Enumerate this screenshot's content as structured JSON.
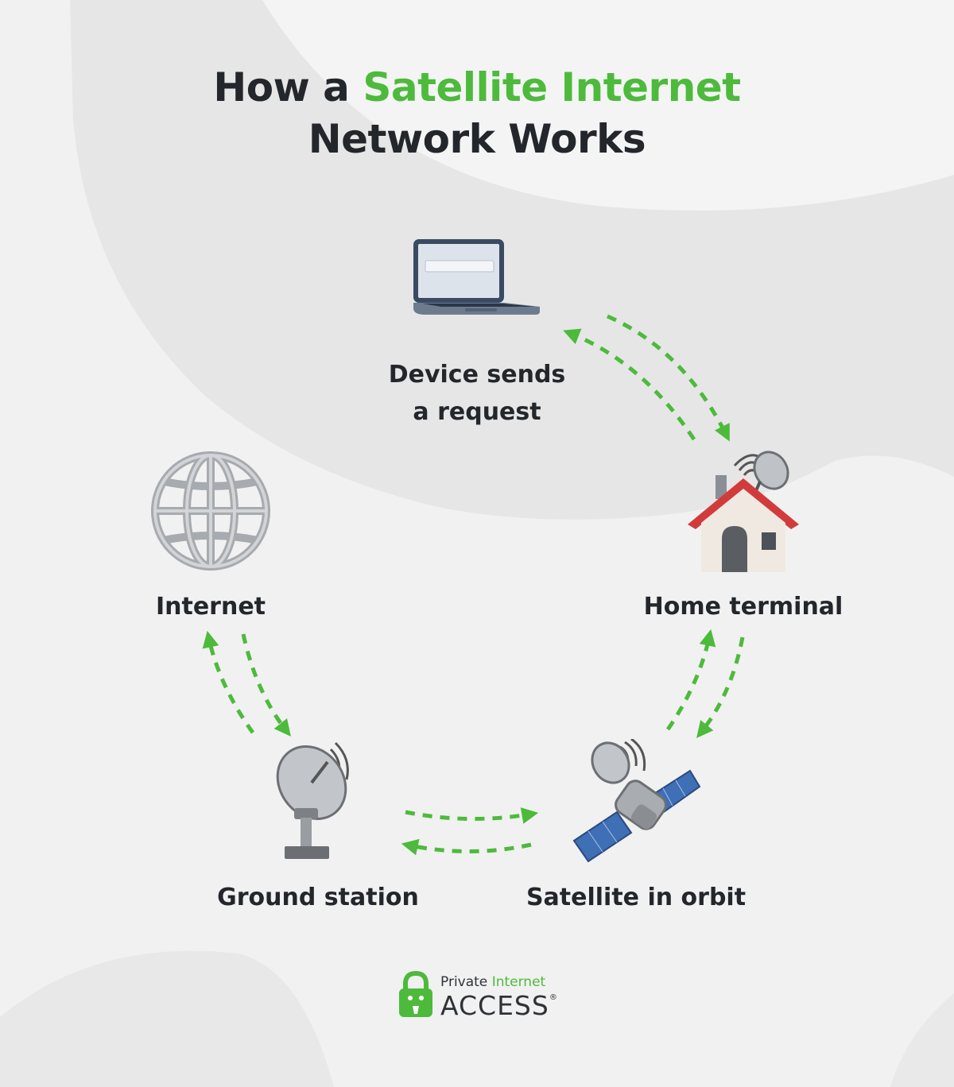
{
  "title": {
    "prefix": "How a",
    "accent": "Satellite Internet",
    "line2": "Network Works"
  },
  "nodes": {
    "device": {
      "line1": "Device sends",
      "line2": "a request",
      "icon": "laptop-icon"
    },
    "home": {
      "label": "Home terminal",
      "icon": "house-with-satellite-dish-icon"
    },
    "internet": {
      "label": "Internet",
      "icon": "globe-icon"
    },
    "ground": {
      "label": "Ground station",
      "icon": "satellite-dish-antenna-icon"
    },
    "satellite": {
      "label": "Satellite in orbit",
      "icon": "satellite-icon"
    }
  },
  "connections": [
    {
      "from": "device",
      "to": "home",
      "direction": "two-way"
    },
    {
      "from": "home",
      "to": "satellite",
      "direction": "two-way"
    },
    {
      "from": "satellite",
      "to": "ground",
      "direction": "two-way"
    },
    {
      "from": "ground",
      "to": "internet",
      "direction": "two-way"
    }
  ],
  "logo": {
    "line1_a": "Private",
    "line1_b": "Internet",
    "line2": "ACCESS",
    "mark": "®"
  },
  "colors": {
    "accent": "#4dba3c",
    "text": "#23262b",
    "background": "#f1f1f1"
  }
}
